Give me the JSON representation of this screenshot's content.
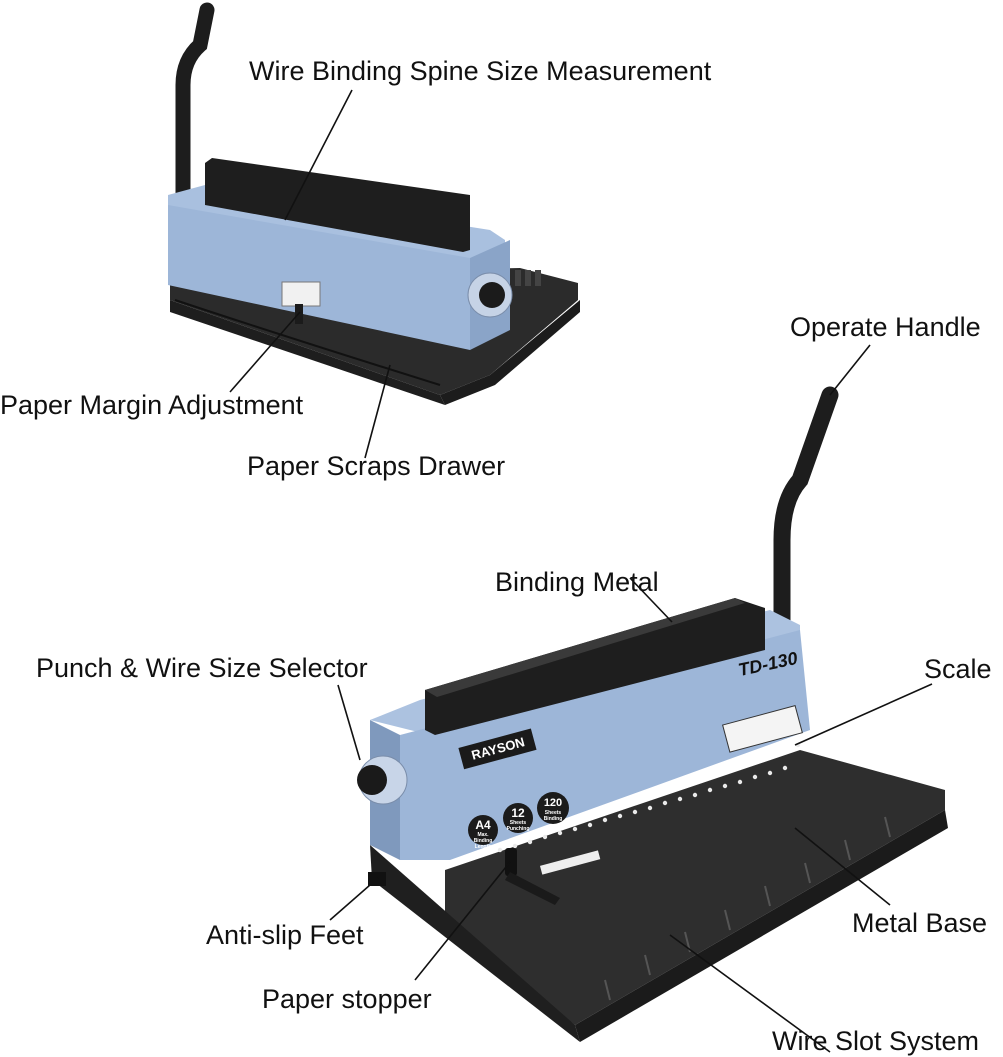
{
  "labels": {
    "spine_size": "Wire Binding Spine Size Measurement",
    "margin": "Paper Margin Adjustment",
    "scraps": "Paper Scraps Drawer",
    "handle": "Operate Handle",
    "binding_metal": "Binding Metal",
    "selector": "Punch & Wire Size Selector",
    "scale": "Scale",
    "feet": "Anti-slip Feet",
    "metal_base": "Metal Base",
    "stopper": "Paper stopper",
    "wire_slot": "Wire Slot System"
  },
  "product": {
    "brand": "RAYSON",
    "model": "TD-130",
    "badges": [
      {
        "big": "A4",
        "small": "Max. Binding Length"
      },
      {
        "big": "12",
        "small": "Sheets Punching"
      },
      {
        "big": "120",
        "small": "Sheets Binding"
      }
    ]
  },
  "colors": {
    "body_blue": "#9db6d8",
    "body_shade": "#7f99bd",
    "base_black": "#2a2a2a",
    "handle_black": "#1f1f1f"
  }
}
